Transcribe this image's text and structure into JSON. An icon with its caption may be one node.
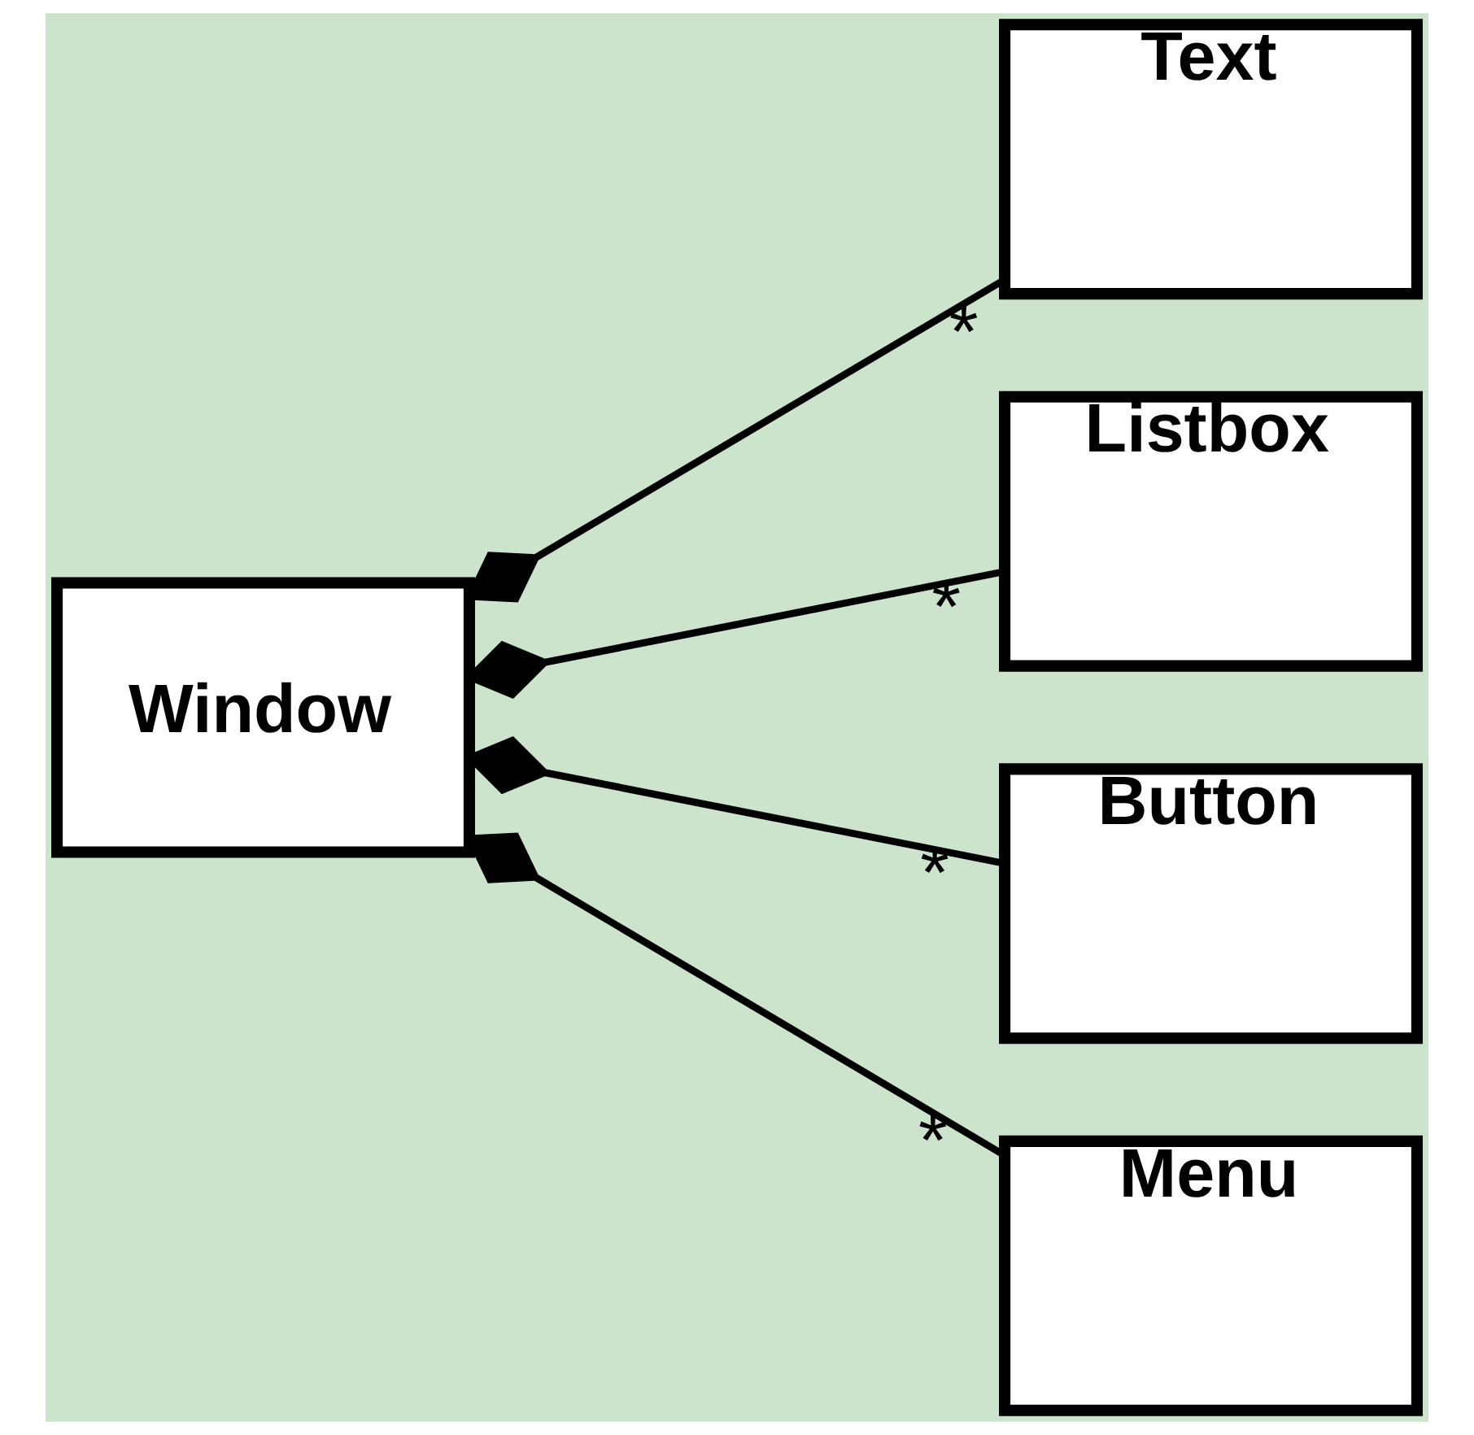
{
  "diagram": {
    "nodes": [
      {
        "text": [
          "Window"
        ]
      },
      {
        "text": [
          "Text"
        ]
      },
      {
        "text": [
          "Listbox"
        ]
      },
      {
        "text": [
          "Button"
        ]
      },
      {
        "text": [
          "Menu"
        ]
      }
    ],
    "edges": [
      {
        "from": 0,
        "to": 1,
        "arrow": "other",
        "label": "*"
      },
      {
        "from": 0,
        "to": 2,
        "arrow": "other",
        "label": "*"
      },
      {
        "from": 0,
        "to": 3,
        "arrow": "other",
        "label": "*"
      },
      {
        "from": 0,
        "to": 4,
        "arrow": "other",
        "label": "*"
      }
    ]
  }
}
